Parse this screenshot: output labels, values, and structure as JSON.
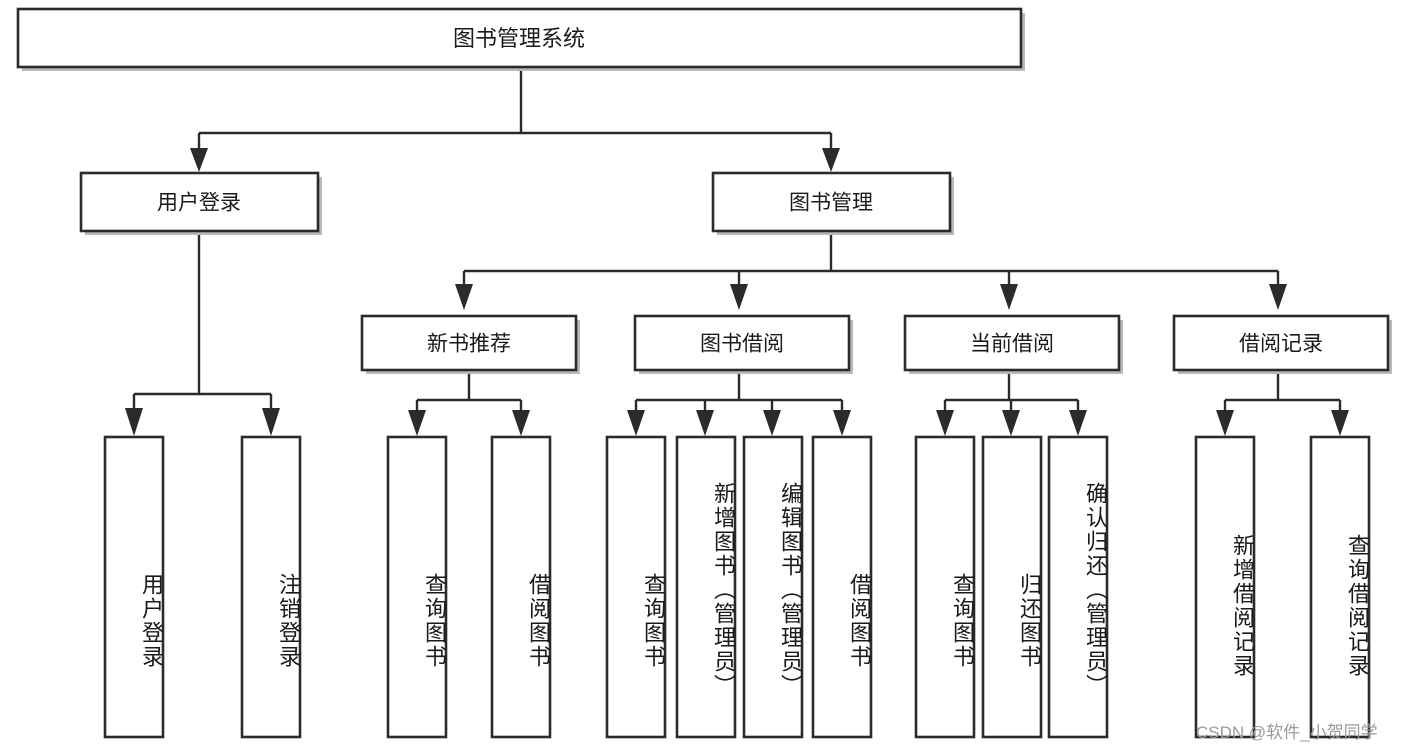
{
  "diagram": {
    "title": "图书管理系统",
    "type": "tree",
    "root": {
      "id": "root",
      "label": "图书管理系统"
    },
    "level1": [
      {
        "id": "user-login",
        "label": "用户登录"
      },
      {
        "id": "book-manage",
        "label": "图书管理"
      }
    ],
    "level2": [
      {
        "id": "new-book-recommend",
        "label": "新书推荐",
        "parent": "book-manage"
      },
      {
        "id": "book-borrow",
        "label": "图书借阅",
        "parent": "book-manage"
      },
      {
        "id": "current-borrow",
        "label": "当前借阅",
        "parent": "book-manage"
      },
      {
        "id": "borrow-record",
        "label": "借阅记录",
        "parent": "book-manage"
      }
    ],
    "leaves": [
      {
        "id": "leaf-user-login",
        "label": "用户登录",
        "parent": "user-login"
      },
      {
        "id": "leaf-user-logout",
        "label": "注销登录",
        "parent": "user-login"
      },
      {
        "id": "leaf-query-book-1",
        "label": "查询图书",
        "parent": "new-book-recommend"
      },
      {
        "id": "leaf-borrow-book-1",
        "label": "借阅图书",
        "parent": "new-book-recommend"
      },
      {
        "id": "leaf-query-book-2",
        "label": "查询图书",
        "parent": "book-borrow"
      },
      {
        "id": "leaf-add-book",
        "label": "新增图书（管理员）",
        "parent": "book-borrow"
      },
      {
        "id": "leaf-edit-book",
        "label": "编辑图书（管理员）",
        "parent": "book-borrow"
      },
      {
        "id": "leaf-borrow-book-2",
        "label": "借阅图书",
        "parent": "book-borrow"
      },
      {
        "id": "leaf-query-book-3",
        "label": "查询图书",
        "parent": "current-borrow"
      },
      {
        "id": "leaf-return-book",
        "label": "归还图书",
        "parent": "current-borrow"
      },
      {
        "id": "leaf-confirm-return",
        "label": "确认归还（管理员）",
        "parent": "current-borrow"
      },
      {
        "id": "leaf-add-record",
        "label": "新增借阅记录",
        "parent": "borrow-record"
      },
      {
        "id": "leaf-query-record",
        "label": "查询借阅记录",
        "parent": "borrow-record"
      }
    ],
    "watermark": "CSDN @软件_小贺同学",
    "colors": {
      "box_stroke": "#2b2b2b",
      "box_fill": "#ffffff",
      "connector": "#2b2b2b",
      "text": "#1a1a1a",
      "watermark": "#9a9a9a",
      "background": "#ffffff"
    }
  }
}
